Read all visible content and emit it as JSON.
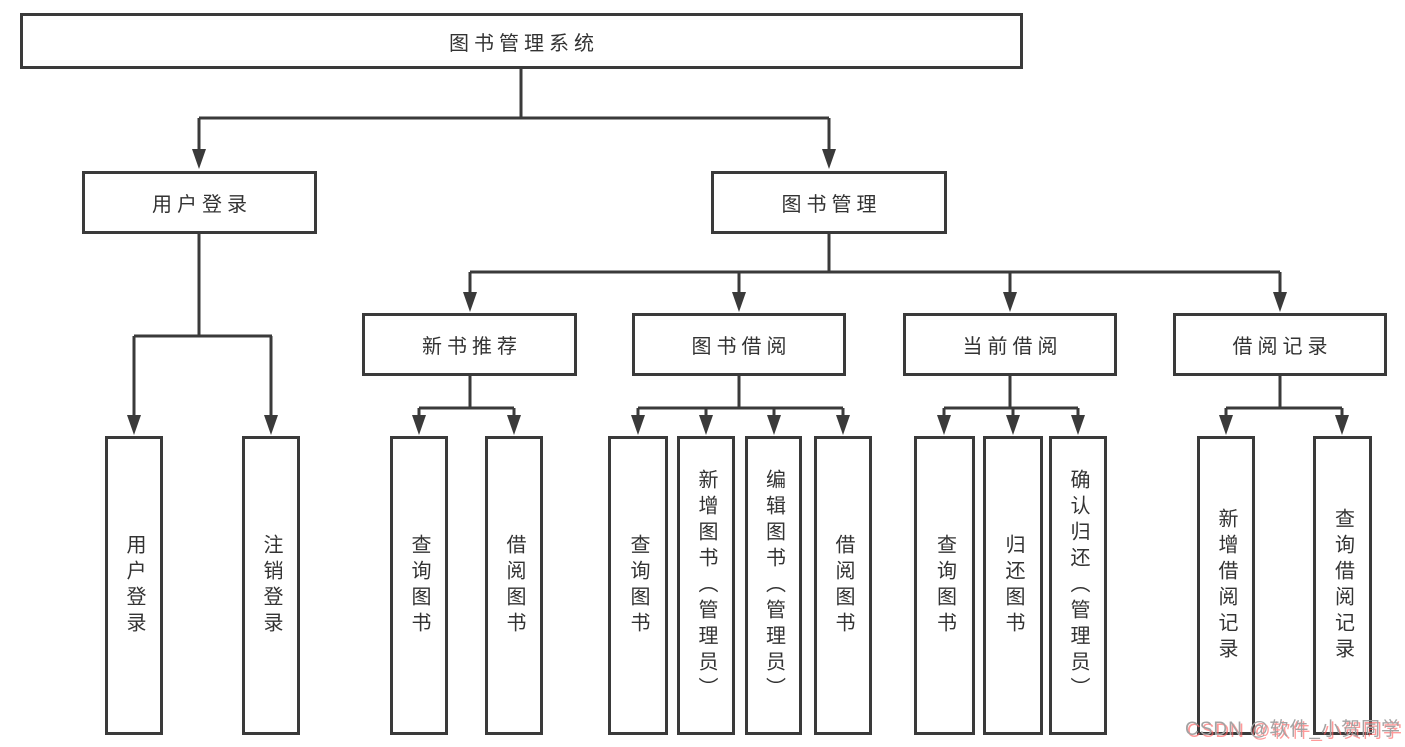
{
  "diagram": {
    "type": "tree",
    "colors": {
      "line": "#3a3a3a",
      "text": "#333333",
      "watermark": "#a3a3a3",
      "watermark_shadow": "#ff6464"
    },
    "tree": {
      "root": {
        "label": "图书管理系统"
      },
      "branches": [
        {
          "label": "用户登录",
          "children": [
            {
              "label": "用户登录"
            },
            {
              "label": "注销登录"
            }
          ]
        },
        {
          "label": "图书管理",
          "children": [
            {
              "label": "新书推荐",
              "children": [
                {
                  "label": "查询图书"
                },
                {
                  "label": "借阅图书"
                }
              ]
            },
            {
              "label": "图书借阅",
              "children": [
                {
                  "label": "查询图书"
                },
                {
                  "label": "新增图书（管理员）"
                },
                {
                  "label": "编辑图书（管理员）"
                },
                {
                  "label": "借阅图书"
                }
              ]
            },
            {
              "label": "当前借阅",
              "children": [
                {
                  "label": "查询图书"
                },
                {
                  "label": "归还图书"
                },
                {
                  "label": "确认归还（管理员）"
                }
              ]
            },
            {
              "label": "借阅记录",
              "children": [
                {
                  "label": "新增借阅记录"
                },
                {
                  "label": "查询借阅记录"
                }
              ]
            }
          ]
        }
      ]
    },
    "watermark": {
      "text": "CSDN @软件_小贺同学"
    }
  }
}
